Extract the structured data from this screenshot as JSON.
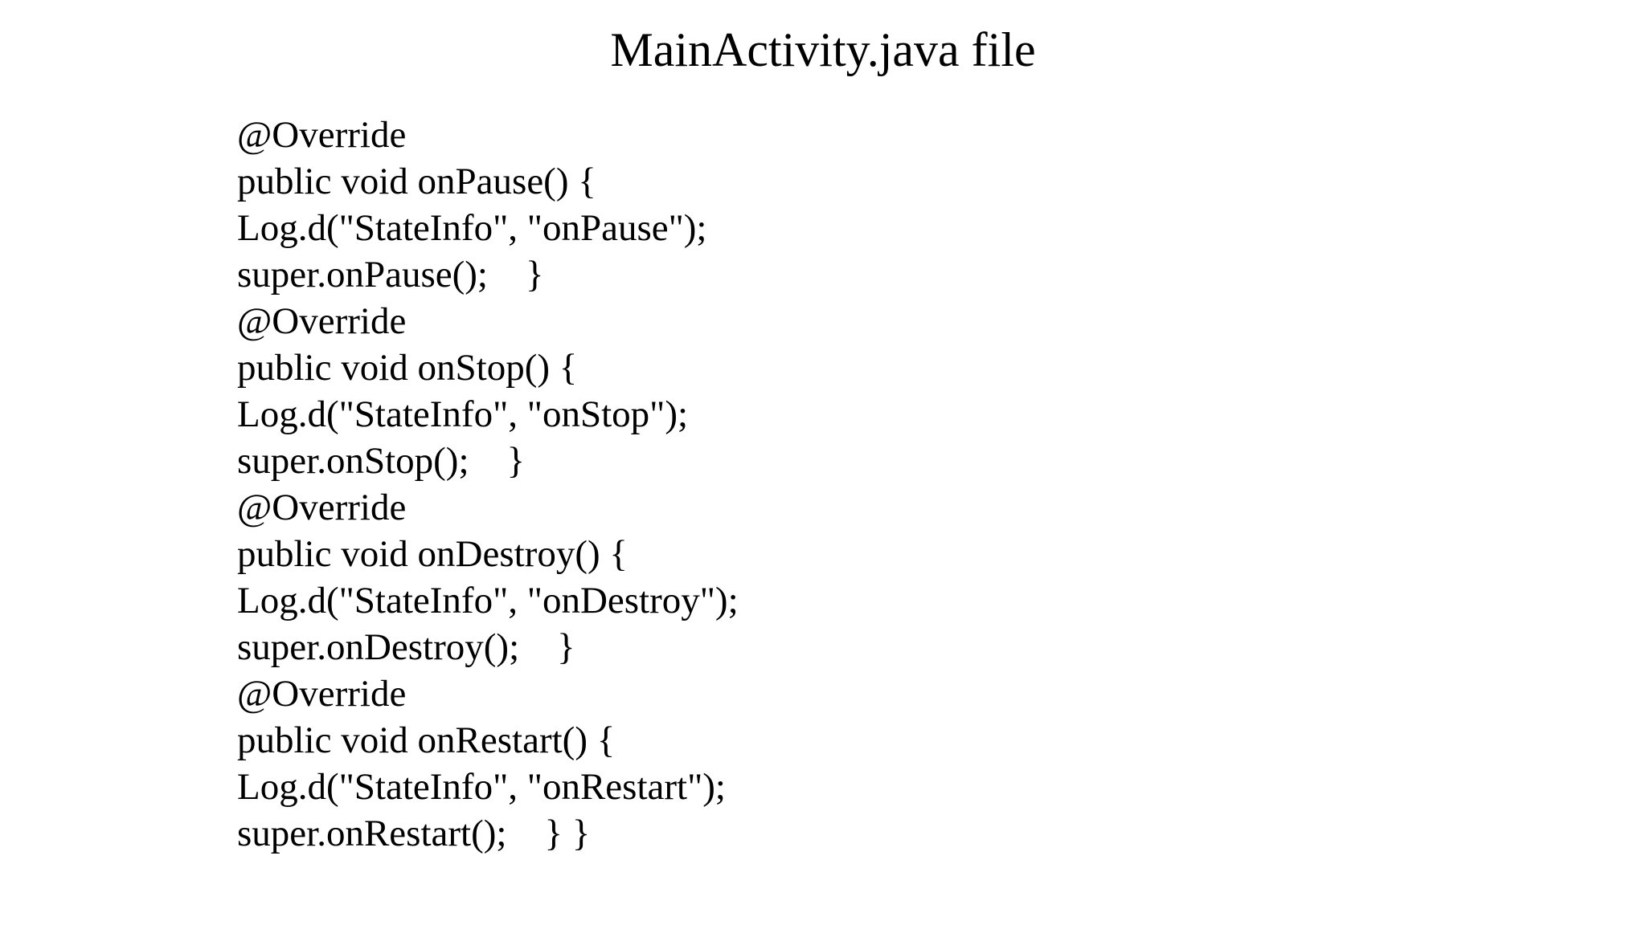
{
  "page": {
    "background_color": "#ffffff",
    "text_color": "#000000"
  },
  "title": "MainActivity.java file",
  "code": {
    "language": "java",
    "lines": [
      "@Override",
      "public void onPause() {",
      "Log.d(\"StateInfo\", \"onPause\");",
      "super.onPause();    }",
      "@Override",
      "public void onStop() {",
      "Log.d(\"StateInfo\", \"onStop\");",
      "super.onStop();    }",
      "@Override",
      "public void onDestroy() {",
      "Log.d(\"StateInfo\", \"onDestroy\");",
      "super.onDestroy();    }",
      "@Override",
      "public void onRestart() {",
      "Log.d(\"StateInfo\", \"onRestart\");",
      "super.onRestart();    } }"
    ]
  }
}
